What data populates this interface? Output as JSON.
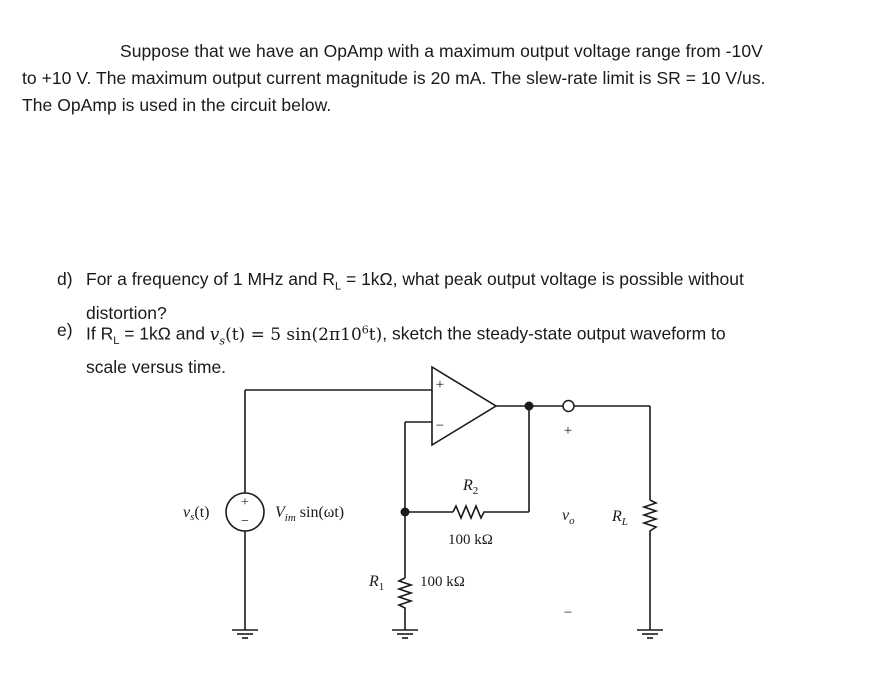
{
  "intro": {
    "line1": "Suppose that we have an OpAmp with a maximum output voltage range from -10V",
    "line2": "to +10 V. The maximum output current magnitude is 20 mA. The slew-rate limit is SR = 10 V/us.",
    "line3": "The OpAmp is used in the circuit below."
  },
  "questions": [
    {
      "label": "d)",
      "text_a": "For a frequency of 1 MHz and R",
      "sub_a": "L",
      "text_b": " = 1kΩ, what peak output voltage is possible without",
      "text_c": "distortion?"
    },
    {
      "label": "e)",
      "text_a": "If R",
      "sub_a": "L",
      "text_b": " = 1kΩ and ",
      "math_v": "v",
      "math_vsub": "s",
      "math_rest": "(t) = 5 sin(2π10",
      "math_sup": "6",
      "math_end": "t)",
      "text_c": ", sketch the steady-state output waveform to",
      "text_d": "scale versus time."
    }
  ],
  "circuit": {
    "source_label": "v",
    "source_label_sub": "s",
    "source_label_rest": "(t)",
    "source_plus": "+",
    "source_minus": "−",
    "vim_label": "V",
    "vim_sub": "im",
    "vim_rest": " sin(ωt)",
    "opamp_plus": "+",
    "opamp_minus": "−",
    "r2_label": "R",
    "r2_sub": "2",
    "r2_value": "100 kΩ",
    "r1_label": "R",
    "r1_sub": "1",
    "r1_value": "100 kΩ",
    "vo_plus": "+",
    "vo_label": "v",
    "vo_sub": "o",
    "vo_minus": "−",
    "rl_label": "R",
    "rl_sub": "L"
  }
}
